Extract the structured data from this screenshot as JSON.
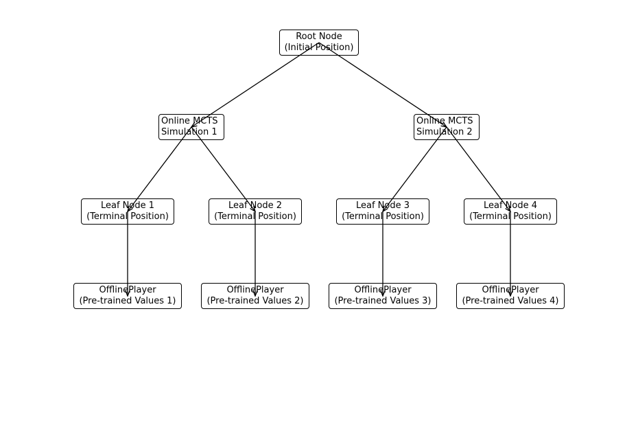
{
  "diagram": {
    "nodes": {
      "root": {
        "line1": "Root Node",
        "line2": "(Initial Position)"
      },
      "sim1": {
        "line1": "Online MCTS",
        "line2": "Simulation 1"
      },
      "sim2": {
        "line1": "Online MCTS",
        "line2": "Simulation 2"
      },
      "leaf1": {
        "line1": "Leaf Node 1",
        "line2": "(Terminal Position)"
      },
      "leaf2": {
        "line1": "Leaf Node 2",
        "line2": "(Terminal Position)"
      },
      "leaf3": {
        "line1": "Leaf Node 3",
        "line2": "(Terminal Position)"
      },
      "leaf4": {
        "line1": "Leaf Node 4",
        "line2": "(Terminal Position)"
      },
      "off1": {
        "line1": "OfflinePlayer",
        "line2": "(Pre-trained Values 1)"
      },
      "off2": {
        "line1": "OfflinePlayer",
        "line2": "(Pre-trained Values 2)"
      },
      "off3": {
        "line1": "OfflinePlayer",
        "line2": "(Pre-trained Values 3)"
      },
      "off4": {
        "line1": "OfflinePlayer",
        "line2": "(Pre-trained Values 4)"
      }
    },
    "edges": [
      {
        "from": "root",
        "to": "sim1"
      },
      {
        "from": "root",
        "to": "sim2"
      },
      {
        "from": "sim1",
        "to": "leaf1"
      },
      {
        "from": "sim1",
        "to": "leaf2"
      },
      {
        "from": "sim2",
        "to": "leaf3"
      },
      {
        "from": "sim2",
        "to": "leaf4"
      },
      {
        "from": "leaf1",
        "to": "off1"
      },
      {
        "from": "leaf2",
        "to": "off2"
      },
      {
        "from": "leaf3",
        "to": "off3"
      },
      {
        "from": "leaf4",
        "to": "off4"
      }
    ],
    "colors": {
      "stroke": "#000000",
      "fill": "#ffffff"
    }
  }
}
